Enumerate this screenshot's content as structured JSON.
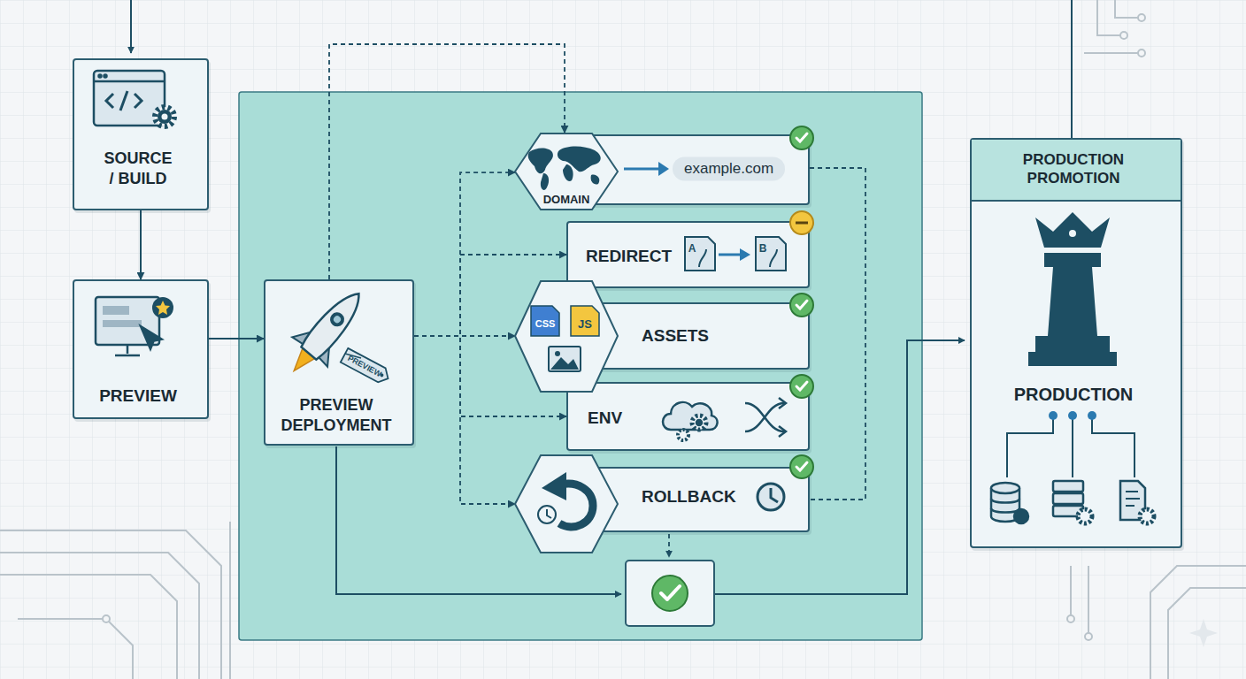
{
  "diagram": {
    "nodes": [
      {
        "text": [
          "SOURCE / BUILD"
        ]
      },
      {
        "text": [
          "PREVIEW"
        ]
      },
      {
        "text": [
          "PREVIEW DEPLOYMENT"
        ]
      },
      {
        "text": [
          "DOMAIN",
          "example.com"
        ]
      },
      {
        "text": [
          "REDIRECT"
        ]
      },
      {
        "text": [
          "ASSETS"
        ]
      },
      {
        "text": [
          "ENV"
        ]
      },
      {
        "text": [
          "ROLLBACK"
        ]
      },
      {
        "text": [
          "PRODUCTION PROMOTION",
          "PRODUCTION"
        ]
      }
    ],
    "edges": [
      {
        "from": 0,
        "to": 1,
        "arrow": "to"
      },
      {
        "from": 1,
        "to": 2,
        "arrow": "to"
      },
      {
        "from": 2,
        "to": 3,
        "arrow": "to"
      },
      {
        "from": 2,
        "to": 4,
        "arrow": "to"
      },
      {
        "from": 2,
        "to": 5,
        "arrow": "to"
      },
      {
        "from": 2,
        "to": 6,
        "arrow": "to"
      },
      {
        "from": 2,
        "to": 7,
        "arrow": "to"
      },
      {
        "from": 2,
        "to": 3,
        "arrow": "to"
      },
      {
        "from": 3,
        "to": 7,
        "arrow": "none"
      }
    ],
    "labels": [
      "PREVIEW",
      "A",
      "B",
      "CSS",
      "JS"
    ]
  }
}
